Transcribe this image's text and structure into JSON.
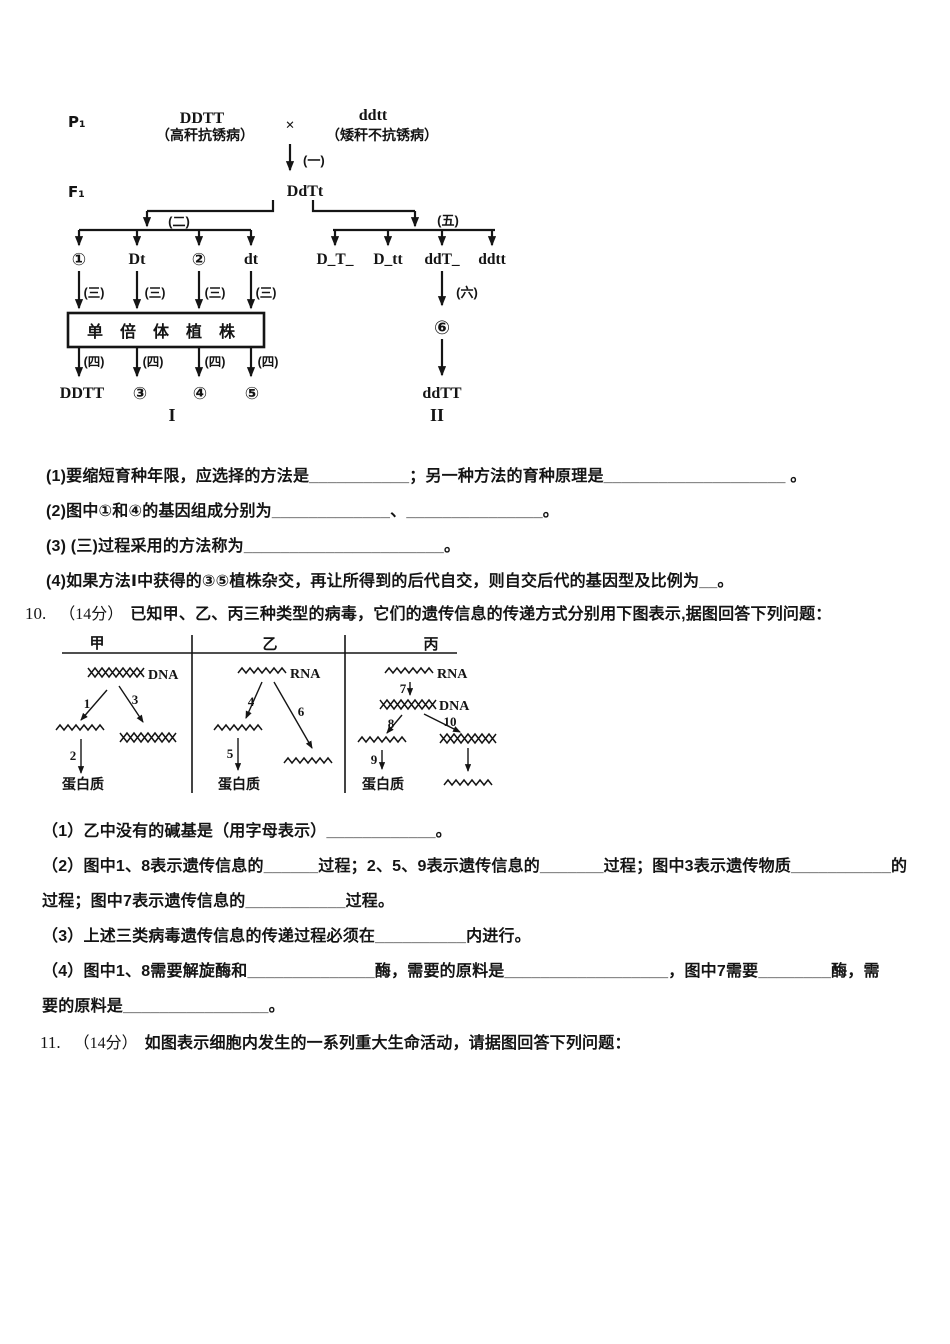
{
  "q9": {
    "items": [
      "(1)要缩短育种年限，应选择的方法是___________；另一种方法的育种原理是____________________ 。",
      "(2)图中①和④的基因组成分别为_____________、_______________。",
      "(3) (三)过程采用的方法称为______________________。",
      "(4)如果方法Ⅰ中获得的③⑤植株杂交，再让所得到的后代自交，则自交后代的基因型及比例为__。"
    ]
  },
  "breeding": {
    "p1": "P₁",
    "f1": "F₁",
    "parent1": "DDTT",
    "parent1_pheno": "（高秆抗锈病）",
    "cross": "×",
    "parent2": "ddtt",
    "parent2_pheno": "（矮秆不抗锈病）",
    "f1_geno": "DdTt",
    "steps": {
      "s1": "(一)",
      "s2": "(二)",
      "s3": "(三)",
      "s4": "(四)",
      "s5": "(五)",
      "s6": "(六)"
    },
    "row1": [
      "①",
      "Dt",
      "②",
      "dt"
    ],
    "box": "单倍体植株",
    "row2": [
      "DDTT",
      "③",
      "④",
      "⑤"
    ],
    "label_I": "I",
    "right_row": [
      "D_T_",
      "D_tt",
      "ddT_",
      "ddtt"
    ],
    "circle6": "⑥",
    "right_result": "ddTT",
    "label_II": "II"
  },
  "q10": {
    "number": "10.",
    "points": "（14分）",
    "stem": "已知甲、乙、丙三种类型的病毒，它们的遗传信息的传递方式分别用下图表示,据图回答下列问题：",
    "items": [
      "（1）乙中没有的碱基是（用字母表示）____________。",
      "（2）图中1、8表示遗传信息的______过程；2、5、9表示遗传信息的_______过程；图中3表示遗传物质___________的",
      "过程；图中7表示遗传信息的___________过程。",
      "（3）上述三类病毒遗传信息的传递过程必须在__________内进行。",
      "（4）图中1、8需要解旋酶和______________酶，需要的原料是__________________，图中7需要________酶，需",
      "要的原料是________________。"
    ]
  },
  "virus": {
    "headers": [
      "甲",
      "乙",
      "丙"
    ],
    "dna": "DNA",
    "rna": "RNA",
    "protein": "蛋白质",
    "nums": [
      "1",
      "2",
      "3",
      "4",
      "5",
      "6",
      "7",
      "8",
      "9",
      "10"
    ]
  },
  "q11": {
    "number": "11.",
    "points": "（14分）",
    "stem": "如图表示细胞内发生的一系列重大生命活动，请据图回答下列问题："
  }
}
